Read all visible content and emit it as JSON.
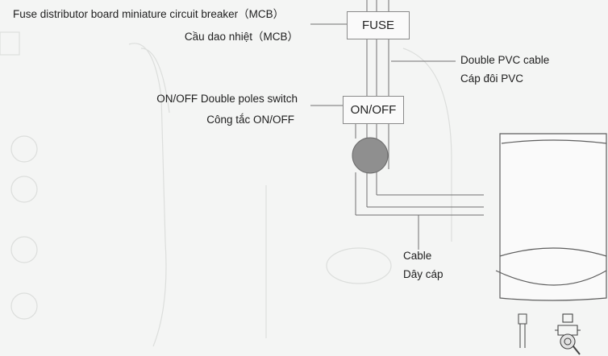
{
  "labels": {
    "fuse_en": "Fuse distributor board miniature circuit breaker（MCB）",
    "fuse_vi": "Cầu dao nhiệt（MCB）",
    "fuse_box": "FUSE",
    "cable_en": "Double PVC cable",
    "cable_vi": "Cáp đôi PVC",
    "switch_en": "ON/OFF Double poles switch",
    "switch_vi": "Công tắc ON/OFF",
    "switch_box": "ON/OFF",
    "wire_en": "Cable",
    "wire_vi": "Dây cáp"
  },
  "colors": {
    "line": "#6f6f6f",
    "lamp": "#8f8f8f",
    "background": "#f4f5f4"
  }
}
